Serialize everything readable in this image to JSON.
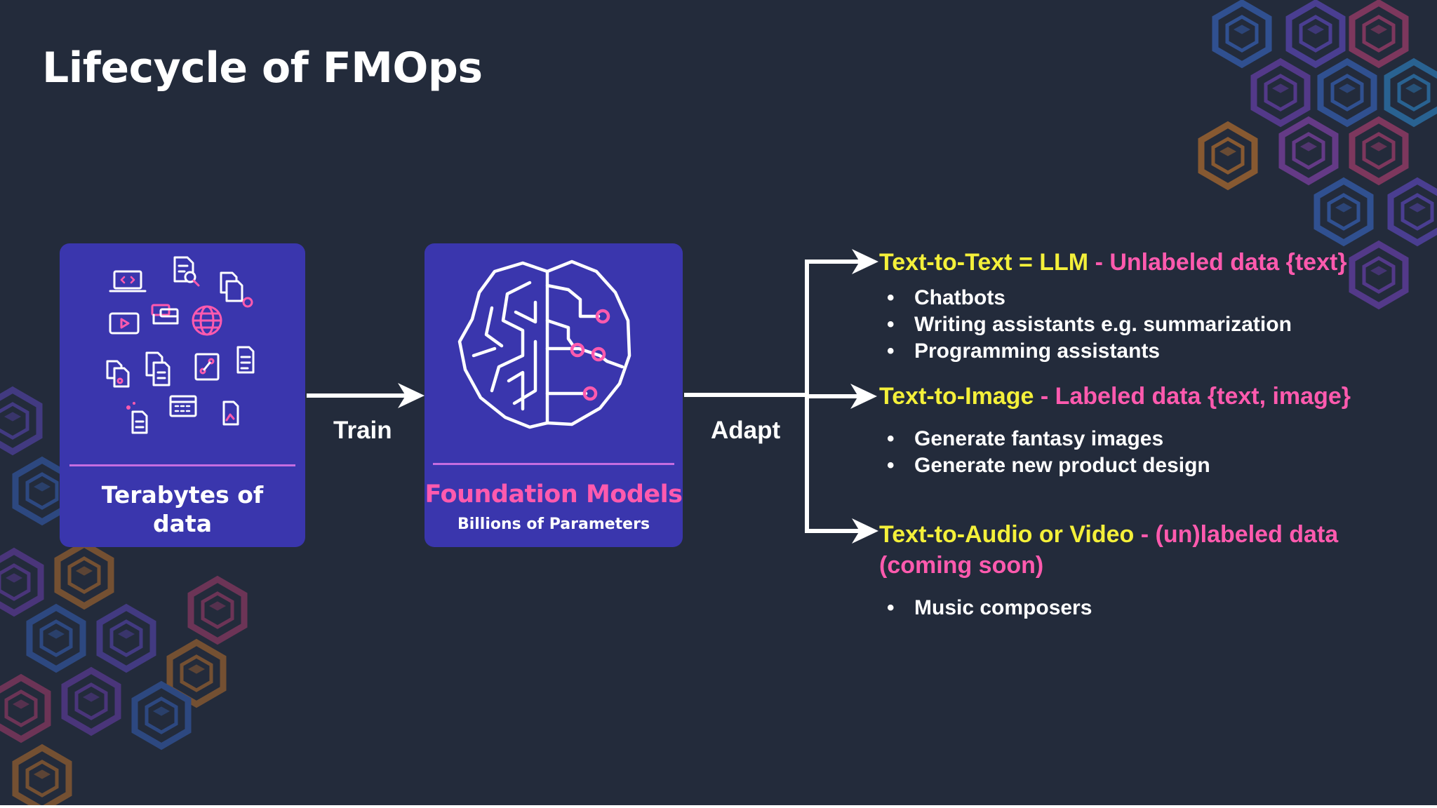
{
  "slide": {
    "title": "Lifecycle of FMOps"
  },
  "data_box": {
    "caption": "Terabytes of data",
    "icons": [
      "laptop-code-icon",
      "document-search-icon",
      "documents-icon",
      "folder-icon",
      "tray-icon",
      "globe-icon",
      "video-player-icon",
      "documents-icon",
      "doc-icon",
      "music-files-icon",
      "diagram-doc-icon",
      "text-doc-icon",
      "calendar-icon",
      "image-file-icon",
      "chart-doc-icon"
    ]
  },
  "model_box": {
    "title": "Foundation Models",
    "subtitle": "Billions of Parameters",
    "icon": "brain-circuit-icon"
  },
  "flow": {
    "train_label": "Train",
    "adapt_label": "Adapt"
  },
  "outputs": [
    {
      "task": "Text-to-Text = LLM",
      "data": "- Unlabeled data {text}",
      "items": [
        "Chatbots",
        "Writing assistants e.g. summarization",
        "Programming assistants"
      ]
    },
    {
      "task": "Text-to-Image",
      "data": "- Labeled data {text, image}",
      "items": [
        "Generate fantasy images",
        "Generate new product design"
      ]
    },
    {
      "task": "Text-to-Audio or Video",
      "data": "- (un)labeled data (coming soon)",
      "items": [
        "Music composers"
      ]
    }
  ],
  "bullet_char": "•",
  "colors": {
    "background": "#232b3b",
    "box_fill": "#3a36ad",
    "accent_pink": "#ff5aae",
    "accent_yellow": "#f4f03a",
    "divider": "#c56de0"
  }
}
